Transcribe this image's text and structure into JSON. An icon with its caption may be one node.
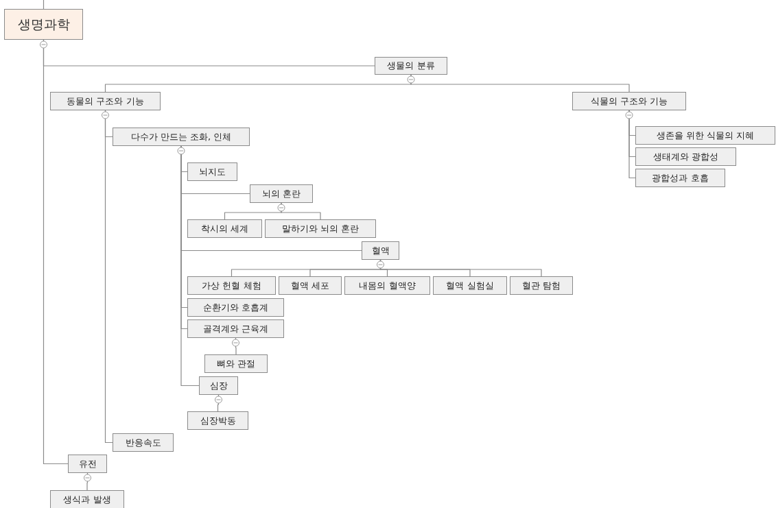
{
  "diagram": {
    "nodes": [
      {
        "text": [
          "생명과학"
        ]
      },
      {
        "text": [
          "생물의 분류"
        ]
      },
      {
        "text": [
          "동물의 구조와 기능"
        ]
      },
      {
        "text": [
          "식물의 구조와 기능"
        ]
      },
      {
        "text": [
          "생존을 위한 식물의 지혜"
        ]
      },
      {
        "text": [
          "생태계와 광합성"
        ]
      },
      {
        "text": [
          "광합성과 호흡"
        ]
      },
      {
        "text": [
          "다수가 만드는 조화, 인체"
        ]
      },
      {
        "text": [
          "뇌지도"
        ]
      },
      {
        "text": [
          "뇌의 혼란"
        ]
      },
      {
        "text": [
          "착시의 세계"
        ]
      },
      {
        "text": [
          "말하기와 뇌의 혼란"
        ]
      },
      {
        "text": [
          "혈액"
        ]
      },
      {
        "text": [
          "가상 헌혈 체험"
        ]
      },
      {
        "text": [
          "혈액 세포"
        ]
      },
      {
        "text": [
          "내몸의 혈액양"
        ]
      },
      {
        "text": [
          "혈액 실험실"
        ]
      },
      {
        "text": [
          "혈관 탐험"
        ]
      },
      {
        "text": [
          "순환기와 호흡계"
        ]
      },
      {
        "text": [
          "골격계와 근육계"
        ]
      },
      {
        "text": [
          "뼈와 관절"
        ]
      },
      {
        "text": [
          "심장"
        ]
      },
      {
        "text": [
          "심장박동"
        ]
      },
      {
        "text": [
          "반응속도"
        ]
      },
      {
        "text": [
          "유전"
        ]
      },
      {
        "text": [
          "생식과 발생"
        ]
      }
    ],
    "edges": [
      {
        "from": null,
        "to": 0,
        "arrow": "none"
      },
      {
        "from": 0,
        "to": 1,
        "arrow": "none"
      },
      {
        "from": 1,
        "to": 2,
        "arrow": "none"
      },
      {
        "from": 1,
        "to": 3,
        "arrow": "none"
      },
      {
        "from": 3,
        "to": 4,
        "arrow": "none"
      },
      {
        "from": 3,
        "to": 5,
        "arrow": "none"
      },
      {
        "from": 3,
        "to": 6,
        "arrow": "none"
      },
      {
        "from": 2,
        "to": 7,
        "arrow": "none"
      },
      {
        "from": 7,
        "to": 8,
        "arrow": "none"
      },
      {
        "from": 7,
        "to": 9,
        "arrow": "none"
      },
      {
        "from": 9,
        "to": 10,
        "arrow": "none"
      },
      {
        "from": 9,
        "to": 11,
        "arrow": "none"
      },
      {
        "from": 7,
        "to": 12,
        "arrow": "none"
      },
      {
        "from": 12,
        "to": 13,
        "arrow": "none"
      },
      {
        "from": 12,
        "to": 14,
        "arrow": "none"
      },
      {
        "from": 12,
        "to": 15,
        "arrow": "none"
      },
      {
        "from": 12,
        "to": 16,
        "arrow": "none"
      },
      {
        "from": 12,
        "to": 17,
        "arrow": "none"
      },
      {
        "from": 7,
        "to": 18,
        "arrow": "none"
      },
      {
        "from": 7,
        "to": 19,
        "arrow": "none"
      },
      {
        "from": 19,
        "to": 20,
        "arrow": "none"
      },
      {
        "from": 7,
        "to": 21,
        "arrow": "none"
      },
      {
        "from": 21,
        "to": 22,
        "arrow": "none"
      },
      {
        "from": 2,
        "to": 23,
        "arrow": "none"
      },
      {
        "from": 0,
        "to": 24,
        "arrow": "none"
      },
      {
        "from": 24,
        "to": 25,
        "arrow": "none"
      }
    ]
  }
}
